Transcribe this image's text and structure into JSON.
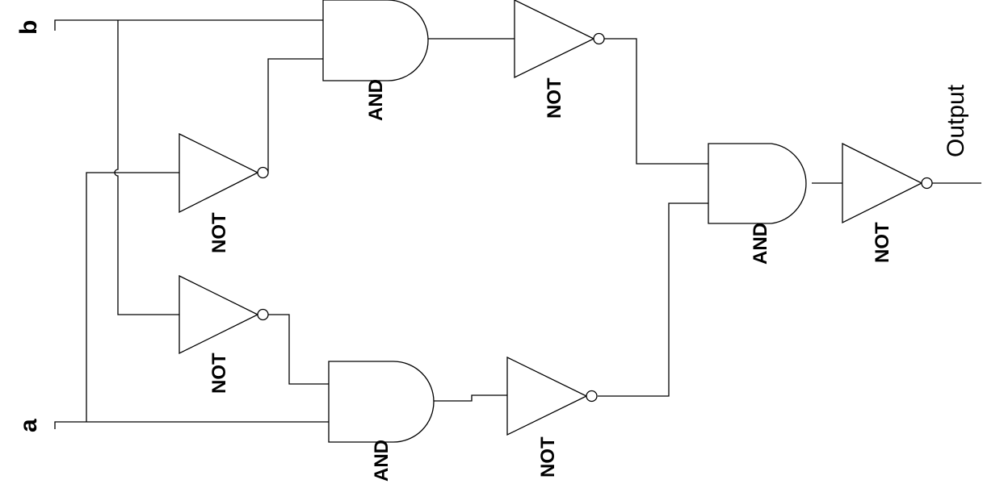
{
  "inputs": {
    "b": "b",
    "a": "a"
  },
  "output_label": "Output",
  "gates": {
    "and_top": "AND",
    "not_top_right": "NOT",
    "not_mid_upper": "NOT",
    "not_mid_lower": "NOT",
    "and_bottom": "AND",
    "not_bottom_right": "NOT",
    "and_final": "AND",
    "not_final": "NOT"
  }
}
